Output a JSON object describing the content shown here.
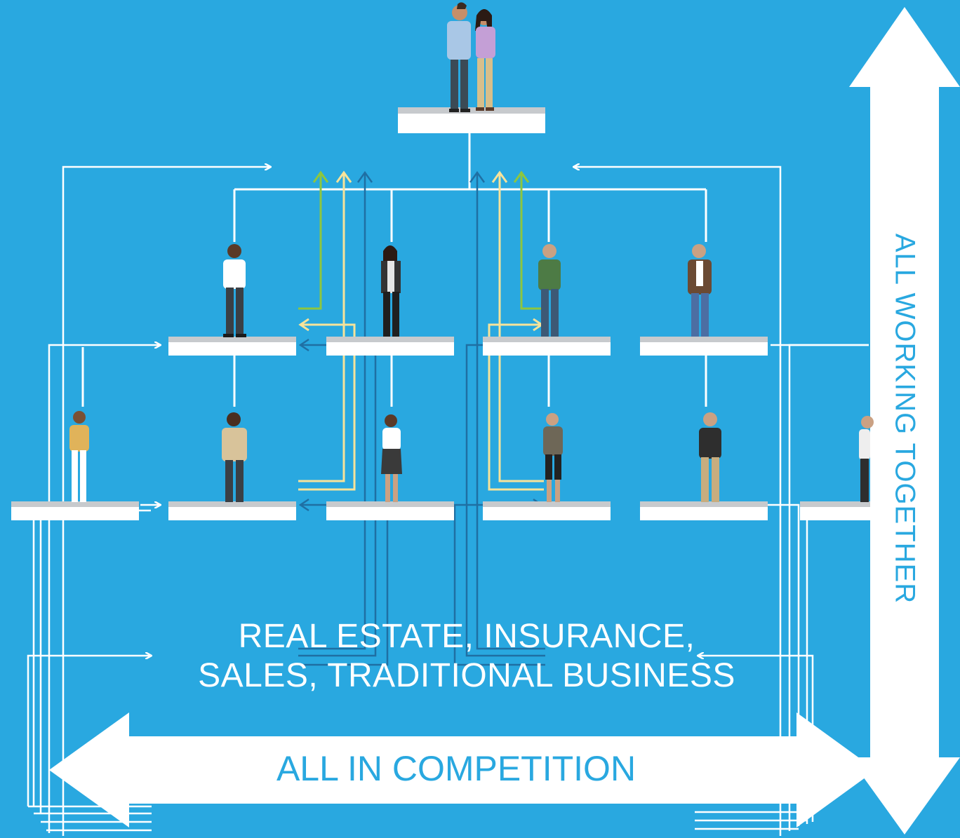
{
  "caption": {
    "line1": "REAL ESTATE, INSURANCE,",
    "line2": "SALES, TRADITIONAL BUSINESS"
  },
  "horizontal_arrow": {
    "label": "ALL IN COMPETITION"
  },
  "vertical_arrow": {
    "label": "ALL WORKING TOGETHER"
  },
  "colors": {
    "background": "#29a8e0",
    "arrow_fill": "#ffffff",
    "platform": "#ffffff",
    "platform_edge": "#b9bcc0",
    "connector": "#ffffff",
    "green_flow": "#8dc63f",
    "yellow_flow": "#f7e39a",
    "navy_flow": "#1f6fa3"
  },
  "people": {
    "top_couple": "couple",
    "level2": [
      "man-white-shirt",
      "woman-black-vest",
      "man-green-shirt",
      "man-brown-jacket"
    ],
    "level3": [
      "woman-yellow-top",
      "man-tan-jacket",
      "woman-black-skirt",
      "woman-olive-top",
      "man-black-shirt",
      "man-white-shirt-partial"
    ]
  }
}
